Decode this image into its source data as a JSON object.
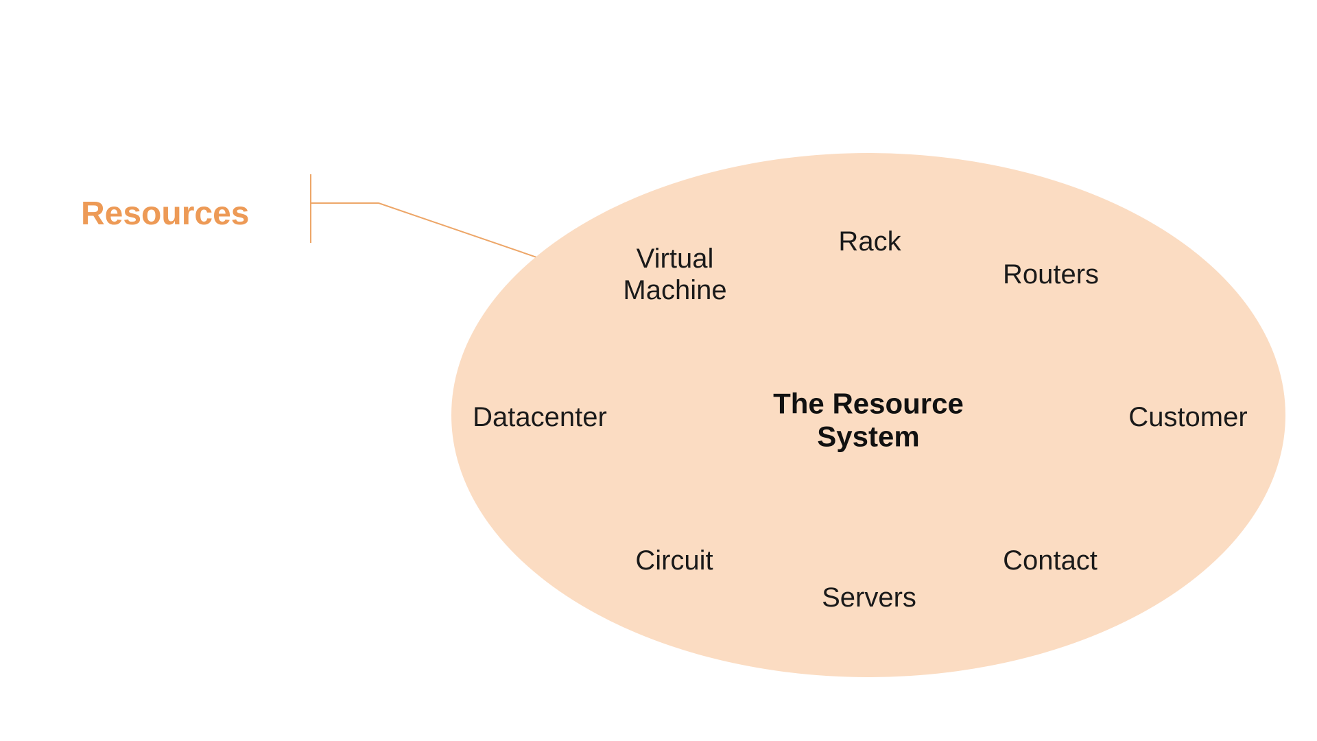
{
  "diagram": {
    "callout_label": "Resources",
    "center_title": "The Resource System",
    "items": [
      {
        "label": "Virtual Machine"
      },
      {
        "label": "Rack"
      },
      {
        "label": "Routers"
      },
      {
        "label": "Datacenter"
      },
      {
        "label": "Customer"
      },
      {
        "label": "Circuit"
      },
      {
        "label": "Servers"
      },
      {
        "label": "Contact"
      }
    ],
    "colors": {
      "ellipse_fill": "#FBDCC2",
      "accent_orange": "#ED9A56",
      "text": "#1A1A1A"
    }
  }
}
